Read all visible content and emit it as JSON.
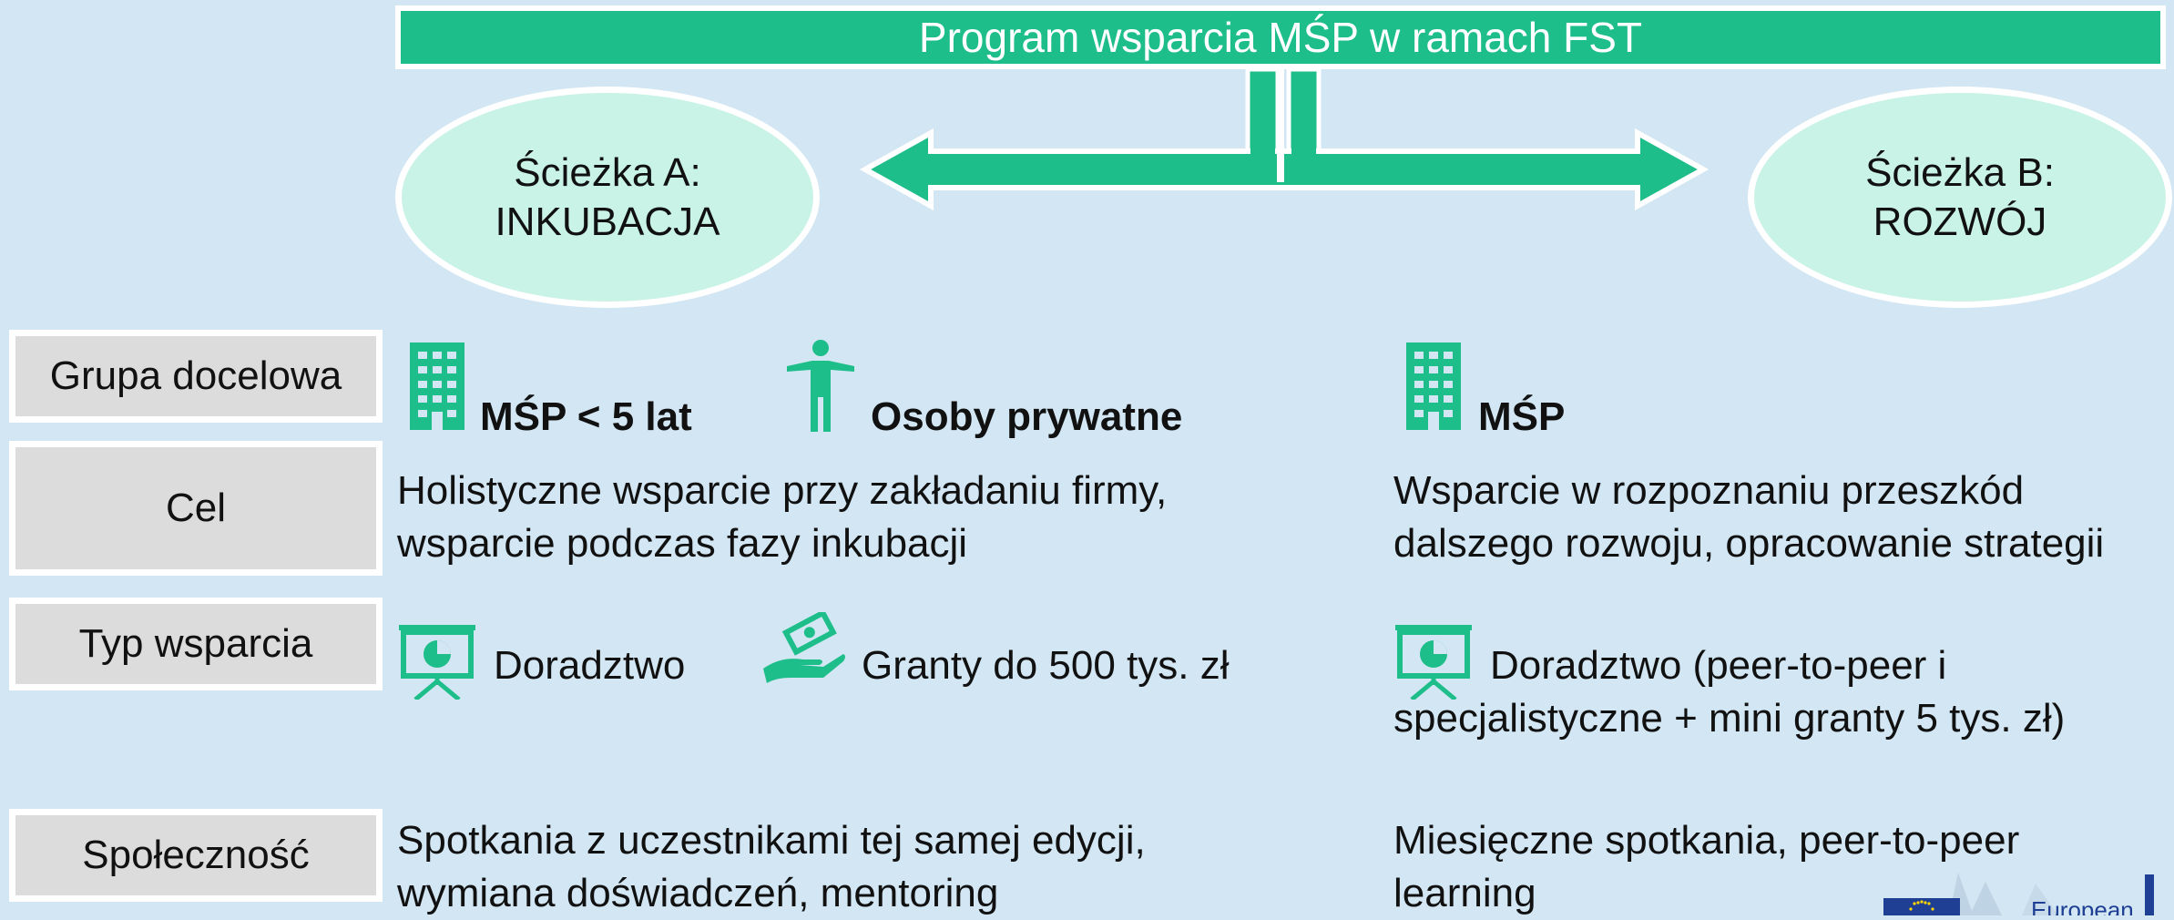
{
  "title": "Program wsparcia MŚP w ramach FST",
  "paths": {
    "a": {
      "line1": "Ścieżka A:",
      "line2": "INKUBACJA"
    },
    "b": {
      "line1": "Ścieżka B:",
      "line2": "ROZWÓJ"
    }
  },
  "rows": {
    "target": {
      "label": "Grupa docelowa",
      "a_item1": "MŚP < 5 lat",
      "a_item2": "Osoby prywatne",
      "b_item1": "MŚP"
    },
    "goal": {
      "label": "Cel",
      "a_line1": "Holistyczne wsparcie przy zakładaniu firmy,",
      "a_line2": "wsparcie podczas fazy inkubacji",
      "b_line1": "Wsparcie w rozpoznaniu przeszkód",
      "b_line2": "dalszego rozwoju, opracowanie strategii"
    },
    "support": {
      "label": "Typ wsparcia",
      "a_item1": "Doradztwo",
      "a_item2": "Granty do 500 tys. zł",
      "b_line1": "Doradztwo (peer-to-peer i",
      "b_line2": "specjalistyczne + mini granty 5 tys. zł)"
    },
    "community": {
      "label": "Społeczność",
      "a_line1": "Spotkania z uczestnikami tej samej edycji,",
      "a_line2": "wymiana doświadczeń, mentoring",
      "b_line1": "Miesięczne spotkania, peer-to-peer",
      "b_line2": "learning"
    }
  },
  "logo": {
    "text": "European"
  },
  "colors": {
    "accent": "#1ebe8a",
    "ellipse": "#c9f3e6",
    "background": "#d2e6f3",
    "label_box": "#dcdcdc"
  },
  "icons": [
    "building-icon",
    "person-icon",
    "presentation-chart-icon",
    "money-hand-icon",
    "eu-flag-icon"
  ]
}
